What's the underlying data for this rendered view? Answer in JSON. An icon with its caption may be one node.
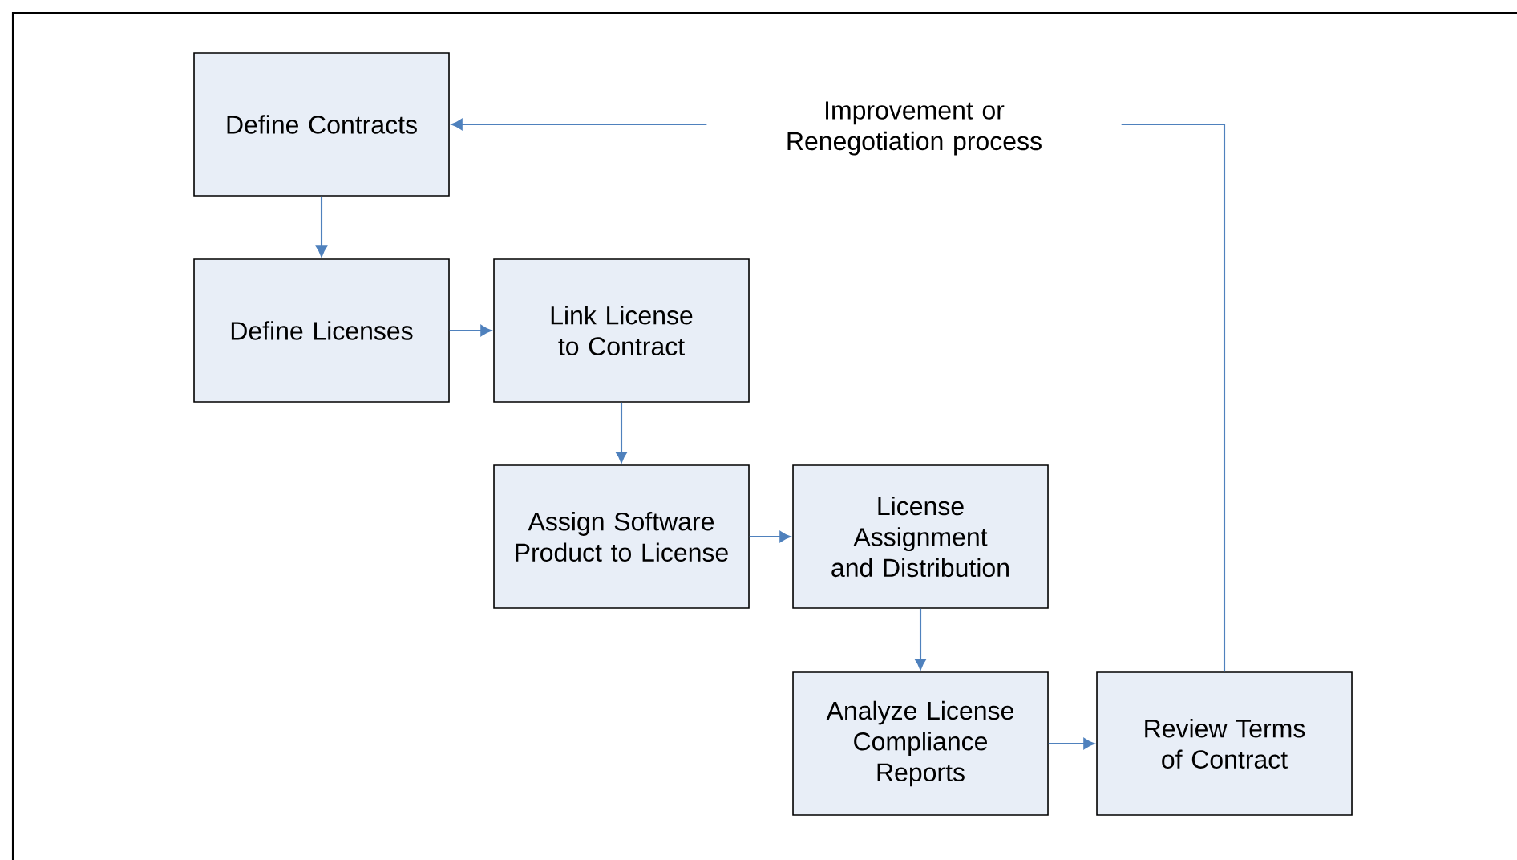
{
  "diagram": {
    "nodes": [
      {
        "text": [
          "Define Contracts"
        ]
      },
      {
        "text": [
          "Define Licenses"
        ]
      },
      {
        "text": [
          "Link License to Contract"
        ]
      },
      {
        "text": [
          "Assign Software Product to License"
        ]
      },
      {
        "text": [
          "License Assignment and Distribution"
        ]
      },
      {
        "text": [
          "Analyze License Compliance Reports"
        ]
      },
      {
        "text": [
          "Review Terms of Contract"
        ]
      }
    ],
    "edges": [
      {
        "from": 0,
        "to": 1,
        "arrow": "to"
      },
      {
        "from": 1,
        "to": 2,
        "arrow": "to"
      },
      {
        "from": 2,
        "to": 3,
        "arrow": "to"
      },
      {
        "from": 3,
        "to": 4,
        "arrow": "to"
      },
      {
        "from": 4,
        "to": 5,
        "arrow": "to"
      },
      {
        "from": 5,
        "to": 6,
        "arrow": "to"
      },
      {
        "from": 6,
        "to": 0,
        "arrow": "to",
        "label": "Improvement or Renegotiation process"
      }
    ]
  }
}
